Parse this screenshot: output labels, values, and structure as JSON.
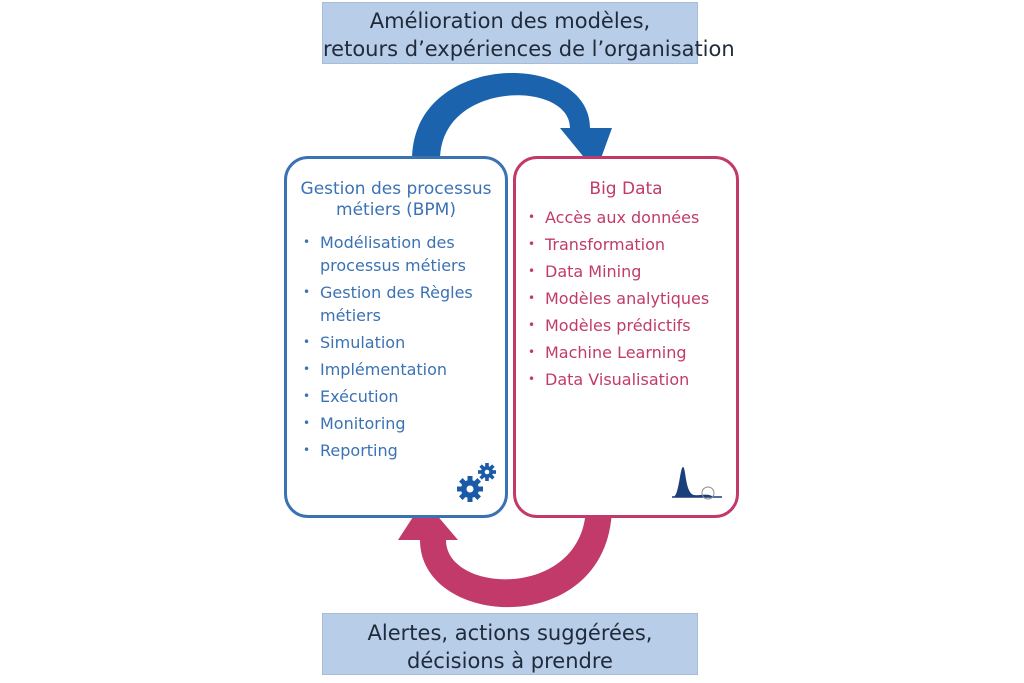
{
  "top_box": {
    "lines": [
      "Amélioration des modèles,",
      "retours d’expériences de l’organisation"
    ]
  },
  "bottom_box": {
    "lines": [
      "Alertes, actions suggérées,",
      "décisions à prendre"
    ]
  },
  "bpm": {
    "title_lines": [
      "Gestion des processus",
      "métiers (BPM)"
    ],
    "items": [
      [
        "Modélisation des",
        "processus métiers"
      ],
      [
        "Gestion des Règles",
        "métiers"
      ],
      [
        "Simulation"
      ],
      [
        "Implémentation"
      ],
      [
        "Exécution"
      ],
      [
        "Monitoring"
      ],
      [
        "Reporting"
      ]
    ],
    "icon": "gears-icon"
  },
  "big_data": {
    "title": "Big Data",
    "items": [
      "Accès aux données",
      "Transformation",
      "Data Mining",
      "Modèles analytiques",
      "Modèles prédictifs",
      "Machine Learning",
      "Data Visualisation"
    ],
    "icon": "distribution-chart-icon"
  },
  "colors": {
    "blue": "#3b72b4",
    "blue_arrow": "#1b63ad",
    "pink": "#c13a6a",
    "box_fill": "#b7cde8"
  }
}
